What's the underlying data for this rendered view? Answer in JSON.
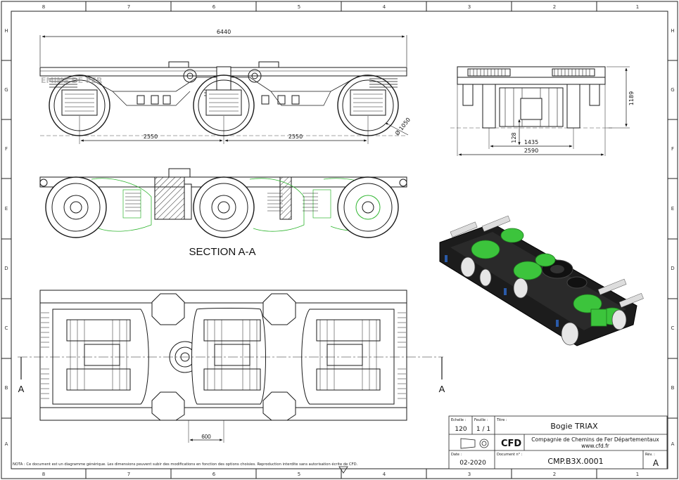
{
  "frame": {
    "cols_top": [
      "8",
      "7",
      "6",
      "5",
      "4",
      "3",
      "2",
      "1"
    ],
    "cols_bottom": [
      "8",
      "7",
      "6",
      "5",
      "4",
      "3",
      "2",
      "1"
    ],
    "rows_left": [
      "H",
      "G",
      "F",
      "E",
      "D",
      "C",
      "B",
      "A"
    ],
    "rows_right": [
      "H",
      "G",
      "F",
      "E",
      "D",
      "C",
      "B",
      "A"
    ]
  },
  "views": {
    "side": {
      "length": "6440",
      "wheelbase_1": "2550",
      "wheelbase_2": "2550",
      "wheel_diameter": "Ø 1050",
      "watermark": "EMINS DE FER"
    },
    "end": {
      "height": "1189",
      "gauge": "1435",
      "width": "2590",
      "axle_height": "128"
    },
    "section": {
      "label": "SECTION A-A"
    },
    "plan": {
      "section_mark_left": "A",
      "section_mark_right": "A",
      "offset": "600"
    }
  },
  "title_block": {
    "scale_label": "Echelle :",
    "scale_value": "120",
    "sheet_label": "Feuille :",
    "sheet_value": "1 / 1",
    "title_label": "Titre :",
    "title_value": "Bogie TRIAX",
    "company_logo": "CFD",
    "company_name": "Compagnie de Chemins de Fer Départementaux",
    "company_url": "www.cfd.fr",
    "date_label": "Date :",
    "date_value": "02-2020",
    "doc_label": "Document n° :",
    "doc_value": "CMP.B3X.0001",
    "rev_label": "Rév. :",
    "rev_value": "A"
  },
  "note": "NOTA : Ce document est un diagramme générique. Les dimensions peuvent subir des modifications en fonction des options choisies. Reproduction interdite sans autorisation écrite de CFD.",
  "colors": {
    "line": "#1a1a1a",
    "green": "#2fb52f",
    "dark": "#1c1c1c"
  }
}
